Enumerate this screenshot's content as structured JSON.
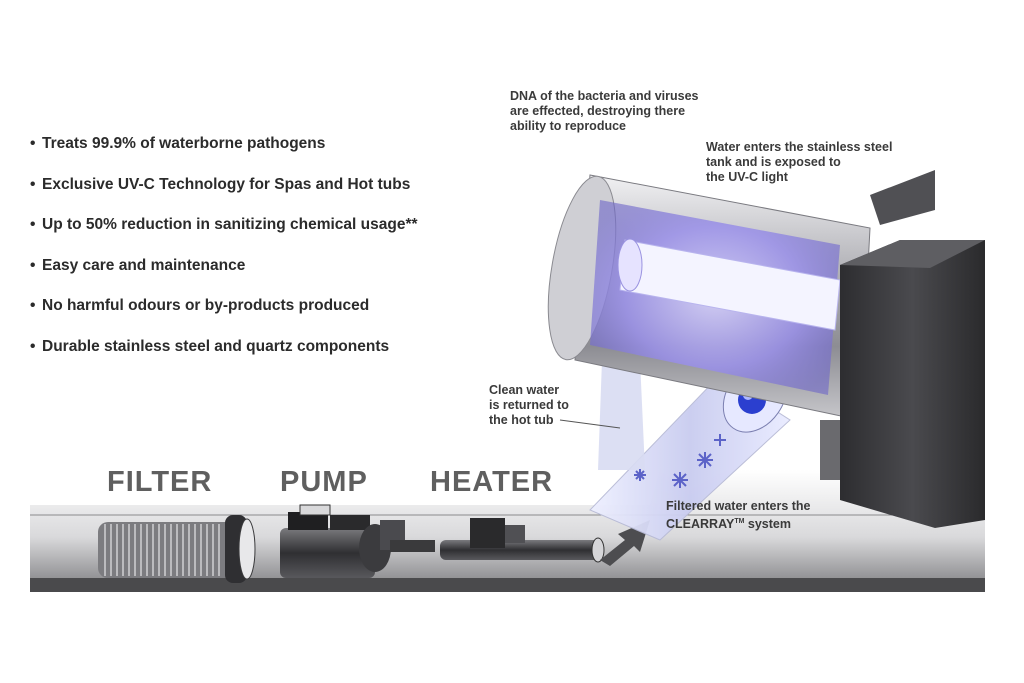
{
  "bullets": [
    "Treats 99.9% of waterborne pathogens",
    "Exclusive UV-C Technology for Spas and Hot tubs",
    "Up to 50% reduction in sanitizing chemical usage**",
    "Easy care and maintenance",
    "No harmful odours or by-products produced",
    "Durable stainless steel and quartz components"
  ],
  "bullet_symbol": "•",
  "callouts": {
    "dna": "DNA of the bacteria and viruses\nare effected, destroying there\nability to reproduce",
    "tank": "Water enters the stainless steel\ntank and is exposed to\nthe UV-C light",
    "clean": "Clean water\nis returned to\nthe hot tub",
    "filtered_line1": "Filtered water enters the",
    "filtered_brand": "CLEARRAY",
    "filtered_tm": "TM",
    "filtered_suffix": " system"
  },
  "stages": {
    "filter": "FILTER",
    "pump": "PUMP",
    "heater": "HEATER"
  },
  "colors": {
    "uv_glow": "#8f87e6",
    "steel": "#a9a9ad",
    "housing": "#3b3b3e",
    "floor": "#4a4a4c",
    "text": "#2b2b2b",
    "label_gray": "#5f5f5f"
  }
}
